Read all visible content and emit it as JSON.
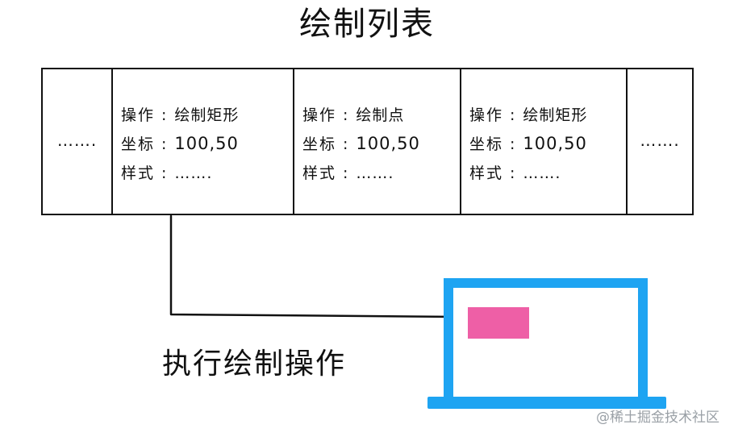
{
  "title": "绘制列表",
  "list": {
    "edge_left": "…….",
    "items": [
      {
        "op_key": "操作",
        "op_sep": ":",
        "op_val": "绘制矩形",
        "pos_key": "坐标",
        "pos_sep": ":",
        "pos_val": "100,50",
        "style_key": "样式",
        "style_sep": ":",
        "style_val": "…….",
        "accent": "#111111"
      },
      {
        "op_key": "操作",
        "op_sep": ":",
        "op_val": "绘制点",
        "pos_key": "坐标",
        "pos_sep": ":",
        "pos_val": "100,50",
        "style_key": "样式",
        "style_sep": ":",
        "style_val": "…….",
        "accent": "#111111"
      },
      {
        "op_key": "操作",
        "op_sep": ":",
        "op_val": "绘制矩形",
        "pos_key": "坐标",
        "pos_sep": ":",
        "pos_val": "100,50",
        "style_key": "样式",
        "style_sep": ":",
        "style_val": "…….",
        "accent": "#111111"
      }
    ],
    "edge_right": "……."
  },
  "action_label": "执行绘制操作",
  "laptop": {
    "frame_color": "#1ea4f2",
    "shape_color": "#ee5fa6",
    "icon": "laptop-icon"
  },
  "watermark": "@稀土掘金技术社区"
}
